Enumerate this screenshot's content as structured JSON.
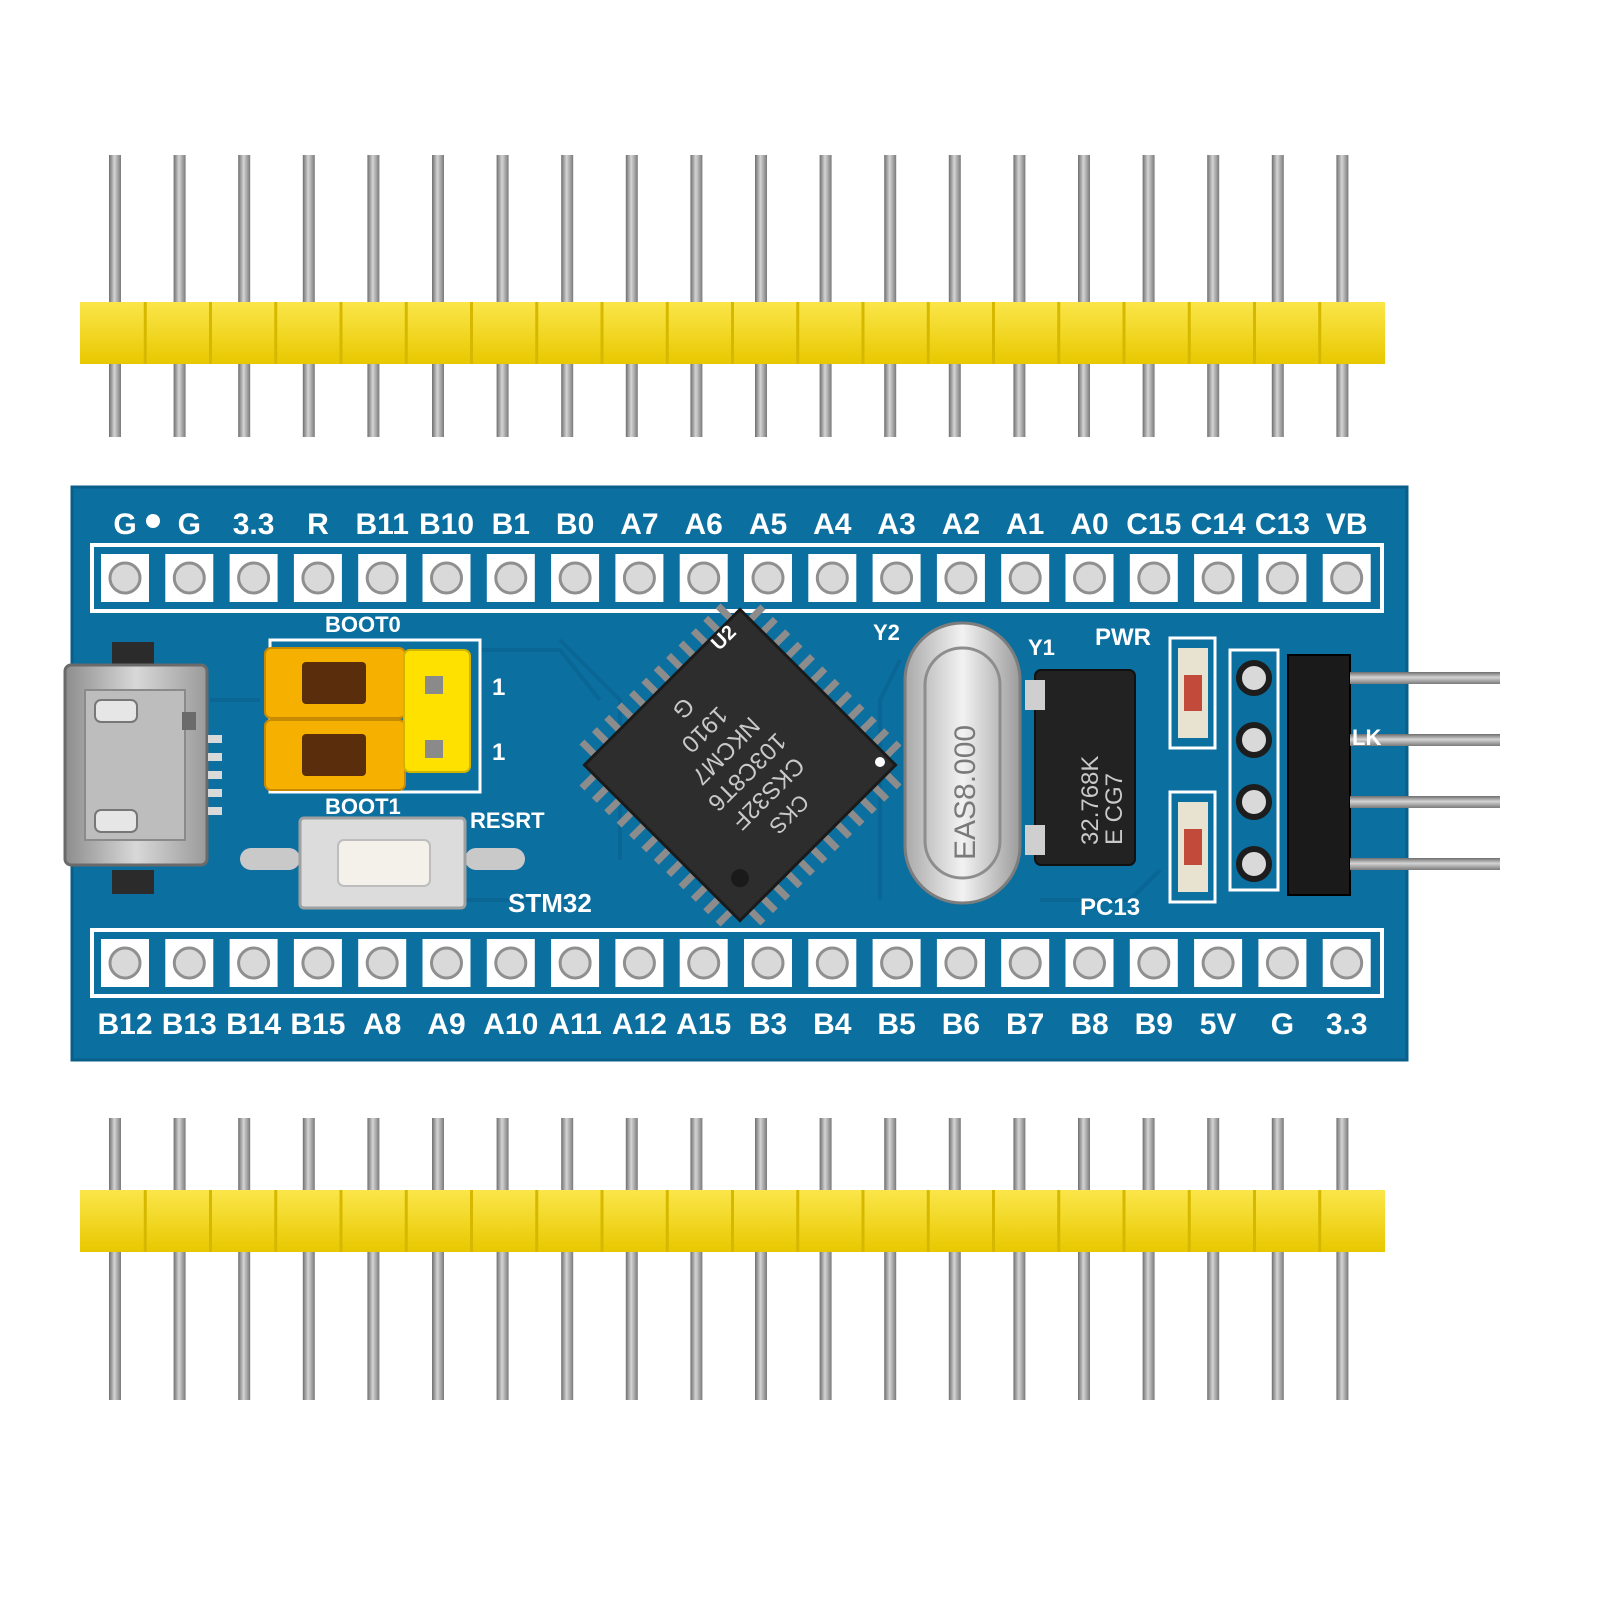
{
  "colors": {
    "pcb": "#0b6fa0",
    "pcb_dark": "#075a84",
    "silkscreen": "#ffffff",
    "header_plastic": "#f7dc1e",
    "pin_metal": "#9a9a9a",
    "background": "#ffffff"
  },
  "board": {
    "top_labels": [
      "G",
      "G",
      "3.3",
      "R",
      "B11",
      "B10",
      "B1",
      "B0",
      "A7",
      "A6",
      "A5",
      "A4",
      "A3",
      "A2",
      "A1",
      "A0",
      "C15",
      "C14",
      "C13",
      "VB"
    ],
    "bottom_labels": [
      "B12",
      "B13",
      "B14",
      "B15",
      "A8",
      "A9",
      "A10",
      "A11",
      "A12",
      "A15",
      "B3",
      "B4",
      "B5",
      "B6",
      "B7",
      "B8",
      "B9",
      "5V",
      "G",
      "3.3"
    ],
    "silk": {
      "boot0": "BOOT0",
      "boot1": "BOOT1",
      "boot_mark_1": "1",
      "boot_mark_2": "1",
      "reset": "RESRT",
      "stm32": "STM32",
      "u2": "U2",
      "y2": "Y2",
      "y1": "Y1",
      "pwr": "PWR",
      "pc13": "PC13",
      "swd_clk": "LK"
    },
    "mcu_marking": [
      "CKS",
      "CKS32F",
      "103C8T6",
      "NKCM7",
      "1910",
      "G"
    ],
    "crystal_y2": "EAS8.000",
    "crystal_y1": [
      "32.768K",
      "E  CG7"
    ]
  },
  "headers": {
    "top_pin_count": 20,
    "bottom_pin_count": 20
  },
  "icons": {
    "usb": "micro-usb-icon",
    "mcu": "chip-icon",
    "crystal": "crystal-icon"
  }
}
